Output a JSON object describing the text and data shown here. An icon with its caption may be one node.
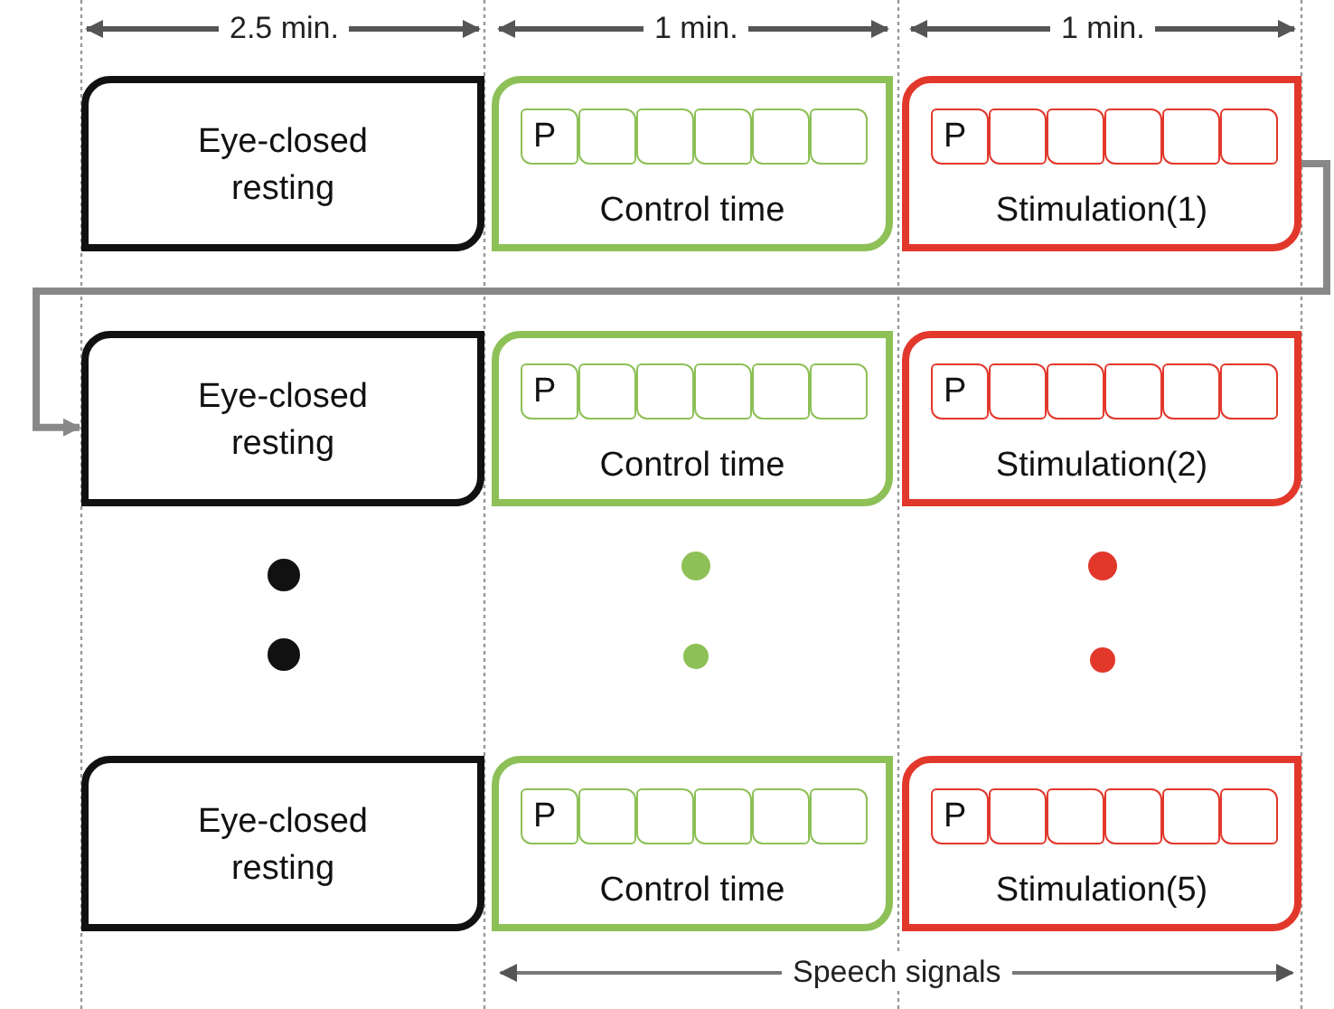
{
  "diagram": {
    "nodes": [
      {
        "text": [
          "Eye-closed resting"
        ]
      },
      {
        "text": [
          "Control time"
        ]
      },
      {
        "text": [
          "P"
        ],
        "in": 1
      },
      {
        "text": [],
        "shape": "box",
        "in": 1
      },
      {
        "text": [],
        "shape": "box",
        "in": 1
      },
      {
        "text": [],
        "shape": "box",
        "in": 1
      },
      {
        "text": [],
        "shape": "box",
        "in": 1
      },
      {
        "text": [],
        "shape": "box",
        "in": 1
      },
      {
        "text": [
          "Stimulation(1)"
        ]
      },
      {
        "text": [
          "P"
        ],
        "in": 8
      },
      {
        "text": [],
        "shape": "box",
        "in": 8
      },
      {
        "text": [],
        "shape": "box",
        "in": 8
      },
      {
        "text": [],
        "shape": "box",
        "in": 8
      },
      {
        "text": [],
        "shape": "box",
        "in": 8
      },
      {
        "text": [],
        "shape": "box",
        "in": 8
      },
      {
        "text": [
          "Eye-closed resting"
        ]
      },
      {
        "text": [
          "Control time"
        ]
      },
      {
        "text": [
          "P"
        ],
        "in": 16
      },
      {
        "text": [],
        "shape": "box",
        "in": 16
      },
      {
        "text": [],
        "shape": "box",
        "in": 16
      },
      {
        "text": [],
        "shape": "box",
        "in": 16
      },
      {
        "text": [],
        "shape": "box",
        "in": 16
      },
      {
        "text": [],
        "shape": "box",
        "in": 16
      },
      {
        "text": [
          "Stimulation(2)"
        ]
      },
      {
        "text": [
          "P"
        ],
        "in": 23
      },
      {
        "text": [],
        "shape": "box",
        "in": 23
      },
      {
        "text": [],
        "shape": "box",
        "in": 23
      },
      {
        "text": [],
        "shape": "box",
        "in": 23
      },
      {
        "text": [],
        "shape": "box",
        "in": 23
      },
      {
        "text": [],
        "shape": "box",
        "in": 23
      },
      {
        "text": [
          "Eye-closed resting"
        ]
      },
      {
        "text": [
          "Control time"
        ]
      },
      {
        "text": [
          "P"
        ],
        "in": 31
      },
      {
        "text": [],
        "shape": "box",
        "in": 31
      },
      {
        "text": [],
        "shape": "box",
        "in": 31
      },
      {
        "text": [],
        "shape": "box",
        "in": 31
      },
      {
        "text": [],
        "shape": "box",
        "in": 31
      },
      {
        "text": [],
        "shape": "box",
        "in": 31
      },
      {
        "text": [
          "Stimulation(5)"
        ]
      },
      {
        "text": [
          "P"
        ],
        "in": 38
      },
      {
        "text": [],
        "shape": "box",
        "in": 38
      },
      {
        "text": [],
        "shape": "box",
        "in": 38
      },
      {
        "text": [],
        "shape": "box",
        "in": 38
      },
      {
        "text": [],
        "shape": "box",
        "in": 38
      },
      {
        "text": [],
        "shape": "box",
        "in": 38
      }
    ],
    "edges": [
      {
        "from": 8,
        "to": 15,
        "arrow": "to"
      }
    ],
    "labels": [
      "2.5 min.",
      "1 min.",
      "1 min.",
      "Speech signals"
    ]
  }
}
